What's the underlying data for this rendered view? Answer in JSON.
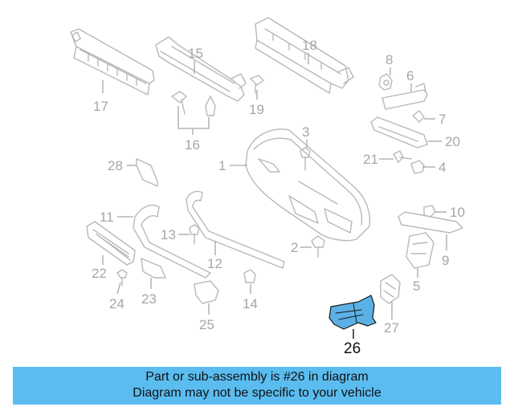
{
  "callouts": {
    "c1": "1",
    "c2": "2",
    "c3": "3",
    "c4": "4",
    "c5": "5",
    "c6": "6",
    "c7": "7",
    "c8": "8",
    "c9": "9",
    "c10": "10",
    "c11": "11",
    "c12": "12",
    "c13": "13",
    "c14": "14",
    "c15": "15",
    "c16": "16",
    "c17": "17",
    "c18": "18",
    "c19": "19",
    "c20": "20",
    "c21": "21",
    "c22": "22",
    "c23": "23",
    "c24": "24",
    "c25": "25",
    "c26": "26",
    "c27": "27",
    "c28": "28"
  },
  "highlight": {
    "part_number": "26",
    "color": "#5bb0e6"
  },
  "banner": {
    "line1": "Part or sub-assembly is #26 in diagram",
    "line2": "Diagram may not be specific to your vehicle",
    "background": "#5bbcf0"
  }
}
